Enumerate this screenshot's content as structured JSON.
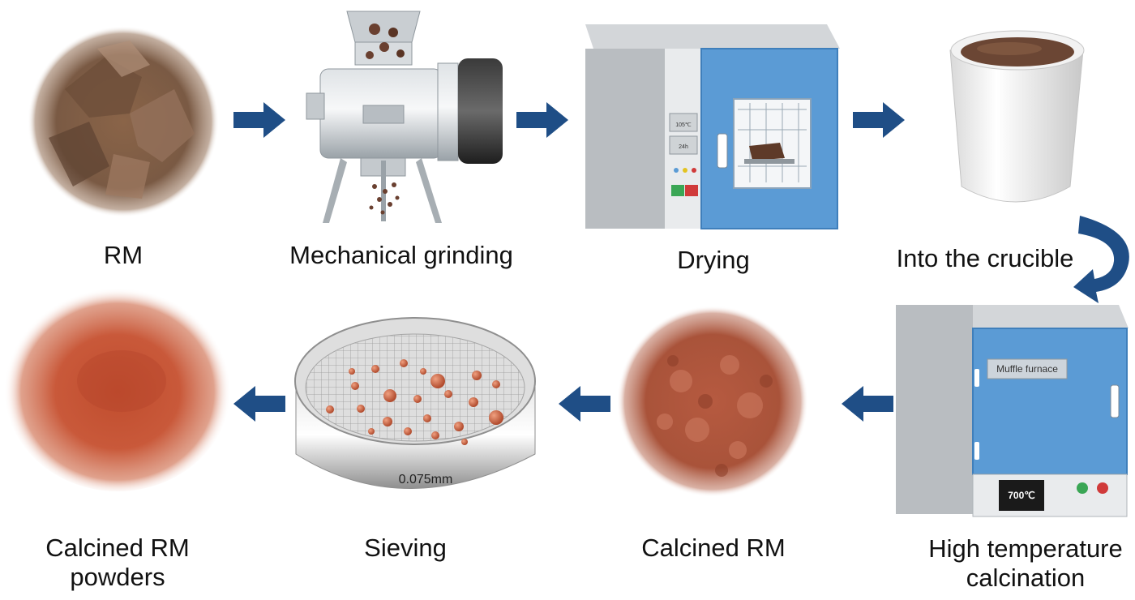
{
  "steps": [
    {
      "id": "rm",
      "label": "RM"
    },
    {
      "id": "grinding",
      "label": "Mechanical grinding"
    },
    {
      "id": "drying",
      "label": "Drying",
      "panel_line1": "105℃",
      "panel_line2": "24h"
    },
    {
      "id": "crucible",
      "label": "Into the crucible"
    },
    {
      "id": "calcination",
      "label_lines": [
        "High temperature",
        "calcination"
      ],
      "door_sign": "Muffle furnace",
      "display": "700℃"
    },
    {
      "id": "calcined_rm",
      "label": "Calcined RM"
    },
    {
      "id": "sieving",
      "label": "Sieving",
      "mesh_size": "0.075mm"
    },
    {
      "id": "powders",
      "label_lines": [
        "Calcined RM",
        "powders"
      ]
    }
  ],
  "colors": {
    "arrow": "#1f4e86",
    "oven_door": "#5b9bd5",
    "red_mud": "#8b5a3c",
    "calcined": "#b8563c"
  }
}
